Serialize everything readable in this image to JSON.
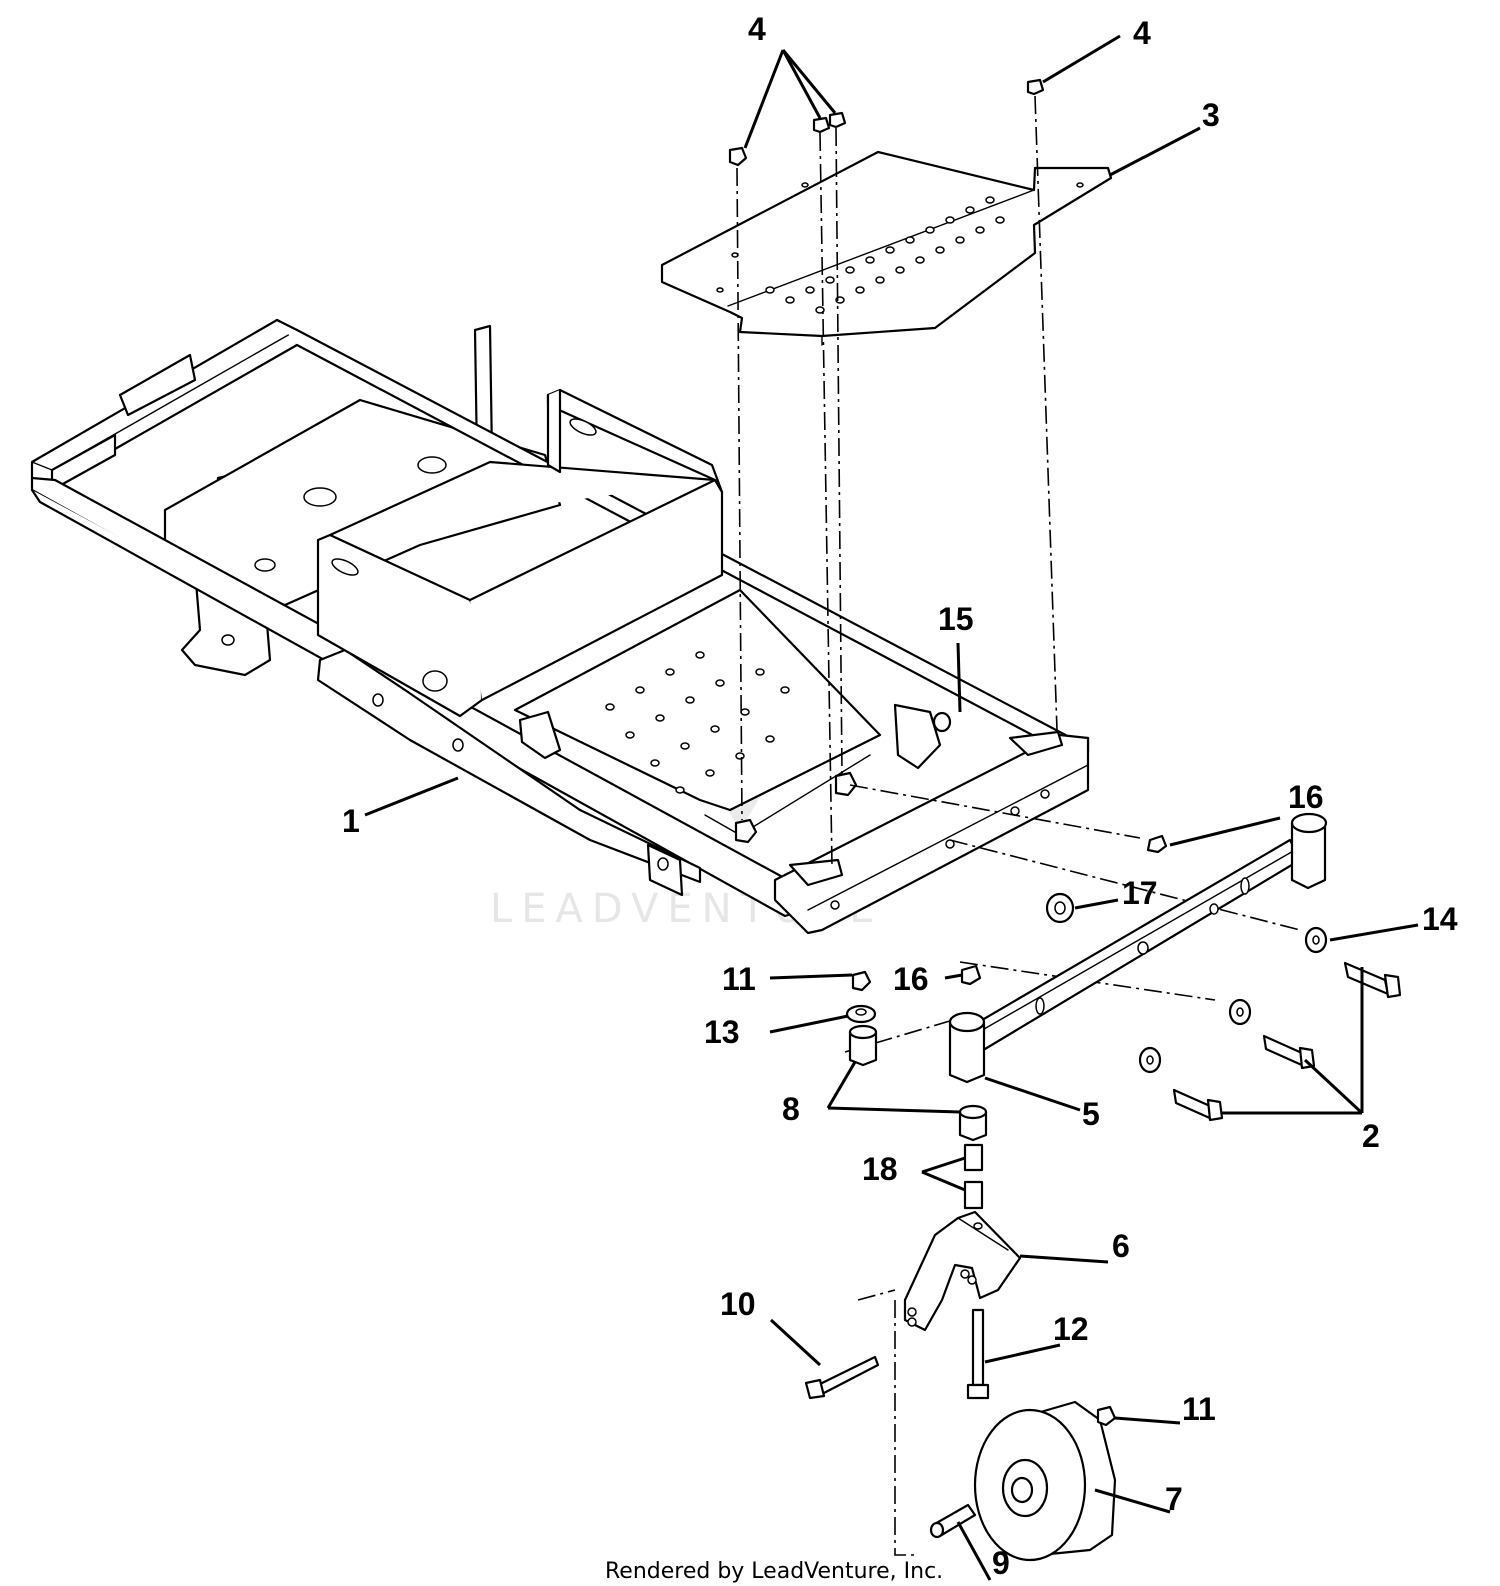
{
  "watermark": {
    "text": "LEADVENTURE"
  },
  "credit": {
    "text": "Rendered by LeadVenture, Inc."
  },
  "callouts": [
    {
      "id": "c4a",
      "label": "4"
    },
    {
      "id": "c4b",
      "label": "4"
    },
    {
      "id": "c3",
      "label": "3"
    },
    {
      "id": "c1",
      "label": "1"
    },
    {
      "id": "c15",
      "label": "15"
    },
    {
      "id": "c16a",
      "label": "16"
    },
    {
      "id": "c17",
      "label": "17"
    },
    {
      "id": "c14",
      "label": "14"
    },
    {
      "id": "c11a",
      "label": "11"
    },
    {
      "id": "c16b",
      "label": "16"
    },
    {
      "id": "c13",
      "label": "13"
    },
    {
      "id": "c8",
      "label": "8"
    },
    {
      "id": "c5",
      "label": "5"
    },
    {
      "id": "c2",
      "label": "2"
    },
    {
      "id": "c18",
      "label": "18"
    },
    {
      "id": "c6",
      "label": "6"
    },
    {
      "id": "c10",
      "label": "10"
    },
    {
      "id": "c12",
      "label": "12"
    },
    {
      "id": "c11b",
      "label": "11"
    },
    {
      "id": "c7",
      "label": "7"
    },
    {
      "id": "c9",
      "label": "9"
    }
  ]
}
